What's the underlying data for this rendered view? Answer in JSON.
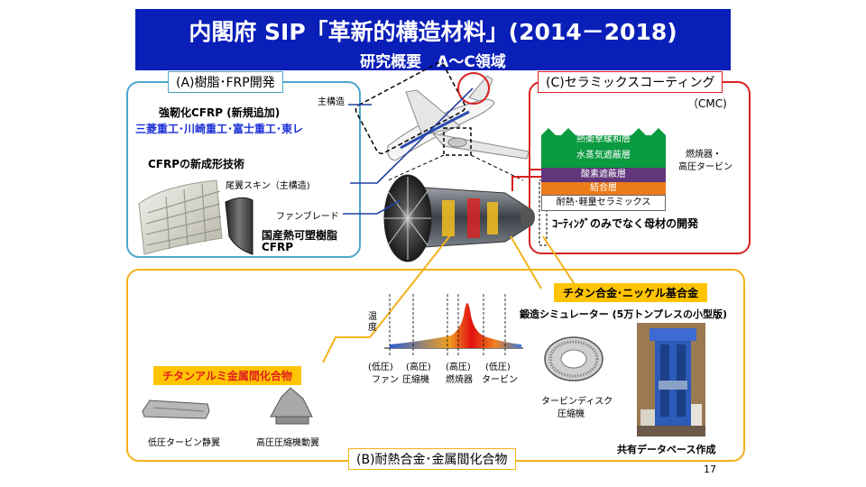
{
  "title": {
    "line1": "内閣府 SIP「革新的構造材料」(2014－2018)",
    "line2": "研究概要　A～C領域"
  },
  "section_a": {
    "label": "(A)樹脂･FRP開発",
    "main_structure": "主構造",
    "toughened_cfrp": "強靭化CFRP (新規追加)",
    "companies": "三菱重工･川崎重工･富士重工･東レ",
    "new_molding": "CFRPの新成形技術",
    "tail_skin": "尾翼スキン（主構造)",
    "fan_blade": "ファンブレード",
    "thermoplastic_1": "国産熱可塑樹脂",
    "thermoplastic_2": "CFRP"
  },
  "section_c": {
    "label": "(C)セラミックスコーティング",
    "cmc": "（CMC)",
    "layers": [
      "熱衝撃緩和層",
      "水蒸気遮蔽層",
      "酸素遮蔽層",
      "結合層",
      "耐熱･軽量セラミックス"
    ],
    "combustor": "燃焼器・",
    "turbine": "高圧タービン",
    "base_dev": "ｺｰﾃｨﾝｸﾞのみでなく母材の開発"
  },
  "section_b": {
    "label": "(B)耐熱合金･金属間化合物",
    "ti_ni": "チタン合金･ニッケル基合金",
    "forging": "鍛造シミュレーター (5万トンプレスの小型版)",
    "ti_al": "チタンアルミ金属間化合物",
    "temp_axis": "温度",
    "pressure_labels": [
      "(低圧)",
      "(高圧)",
      "(高圧)",
      "(低圧)"
    ],
    "component_labels": [
      "ファン",
      "圧縮機",
      "燃焼器",
      "タービン"
    ],
    "disc_1": "タービンディスク",
    "disc_2": "圧縮機",
    "lp_vane": "低圧タービン静翼",
    "hp_blade": "高圧圧縮機動翼",
    "database": "共有データベース作成"
  },
  "page_number": "17",
  "colors": {
    "title_bg": "#0a1eb8",
    "section_a": "#4ea6cc",
    "section_b": "#f3b21a",
    "section_c": "#d82020",
    "company_text": "#1a2fd6",
    "highlight_box": "#ffc400"
  }
}
